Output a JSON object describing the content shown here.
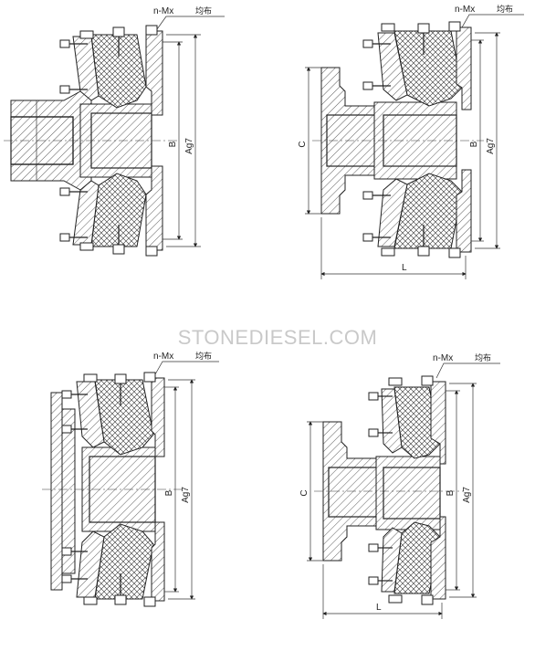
{
  "watermark": "STONEDIESEL.COM",
  "views": [
    {
      "id": "view-1",
      "bolt_note_prefix": "n-Mx",
      "bolt_note_suffix": "均布",
      "dim_b": "B",
      "dim_a": "Ag7"
    },
    {
      "id": "view-2",
      "bolt_note_prefix": "n-Mx",
      "bolt_note_suffix": "均布",
      "dim_b": "B",
      "dim_a": "Ag7",
      "dim_c": "C",
      "dim_l": "L"
    },
    {
      "id": "view-3",
      "bolt_note_prefix": "n-Mx",
      "bolt_note_suffix": "均布",
      "dim_b": "B",
      "dim_a": "Ag7"
    },
    {
      "id": "view-4",
      "bolt_note_prefix": "n-Mx",
      "bolt_note_suffix": "均布",
      "dim_b": "B",
      "dim_a": "Ag7",
      "dim_c": "C",
      "dim_l": "L"
    }
  ],
  "colors": {
    "line": "#222222",
    "watermark": "#c9c9c9",
    "background": "#ffffff"
  }
}
